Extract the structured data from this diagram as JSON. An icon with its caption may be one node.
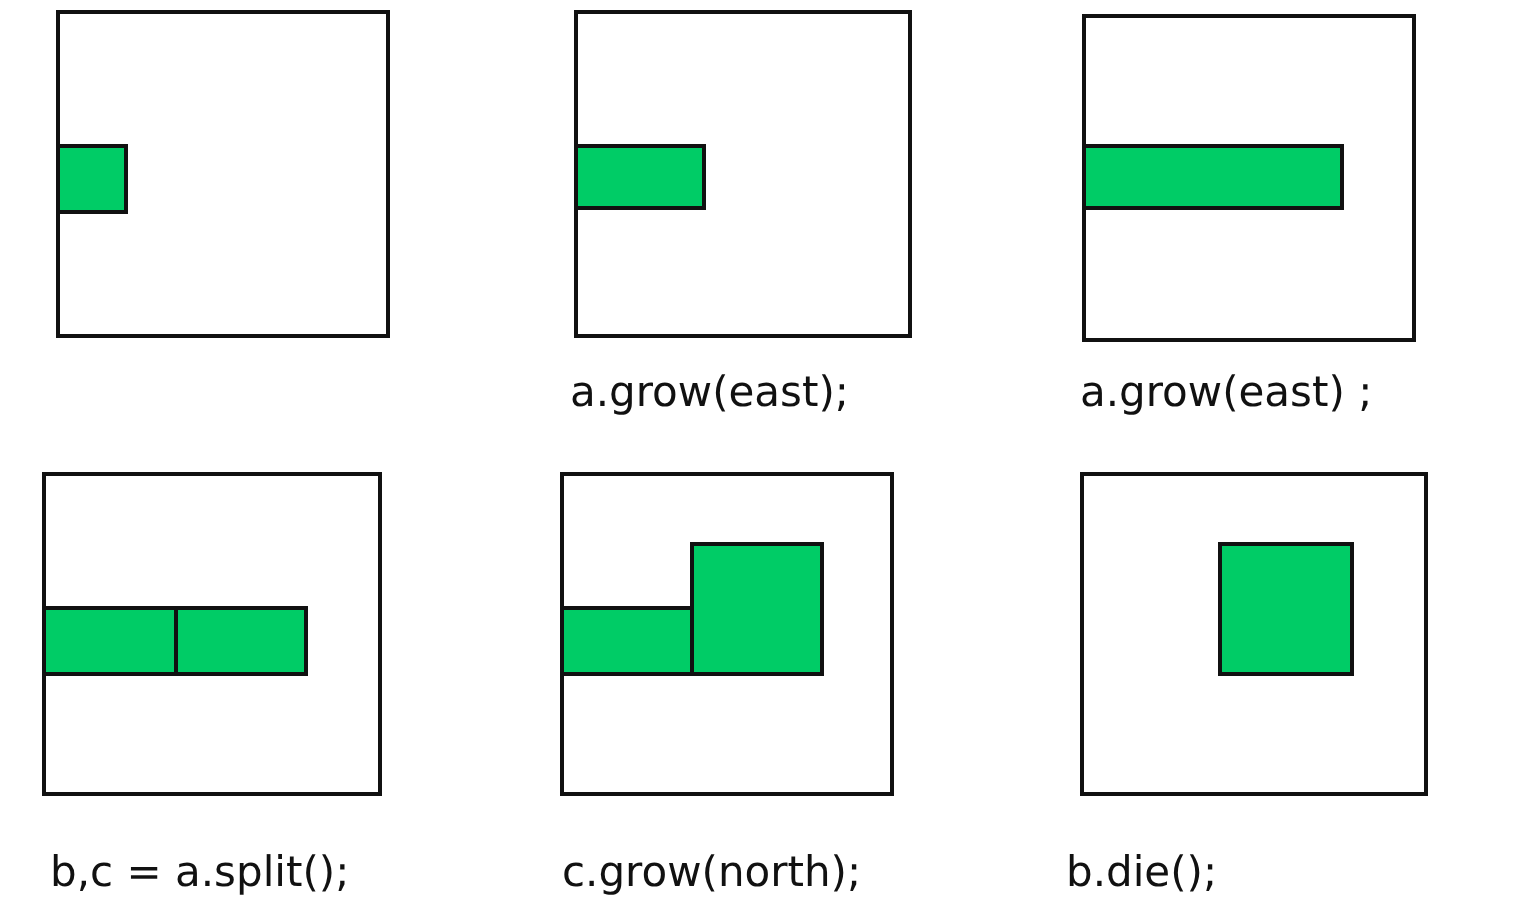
{
  "diagram": {
    "labels": [
      "a.grow(east);",
      "a.grow(east) ;",
      "b,c = a.split();",
      "c.grow(north);",
      "b.die();"
    ]
  }
}
